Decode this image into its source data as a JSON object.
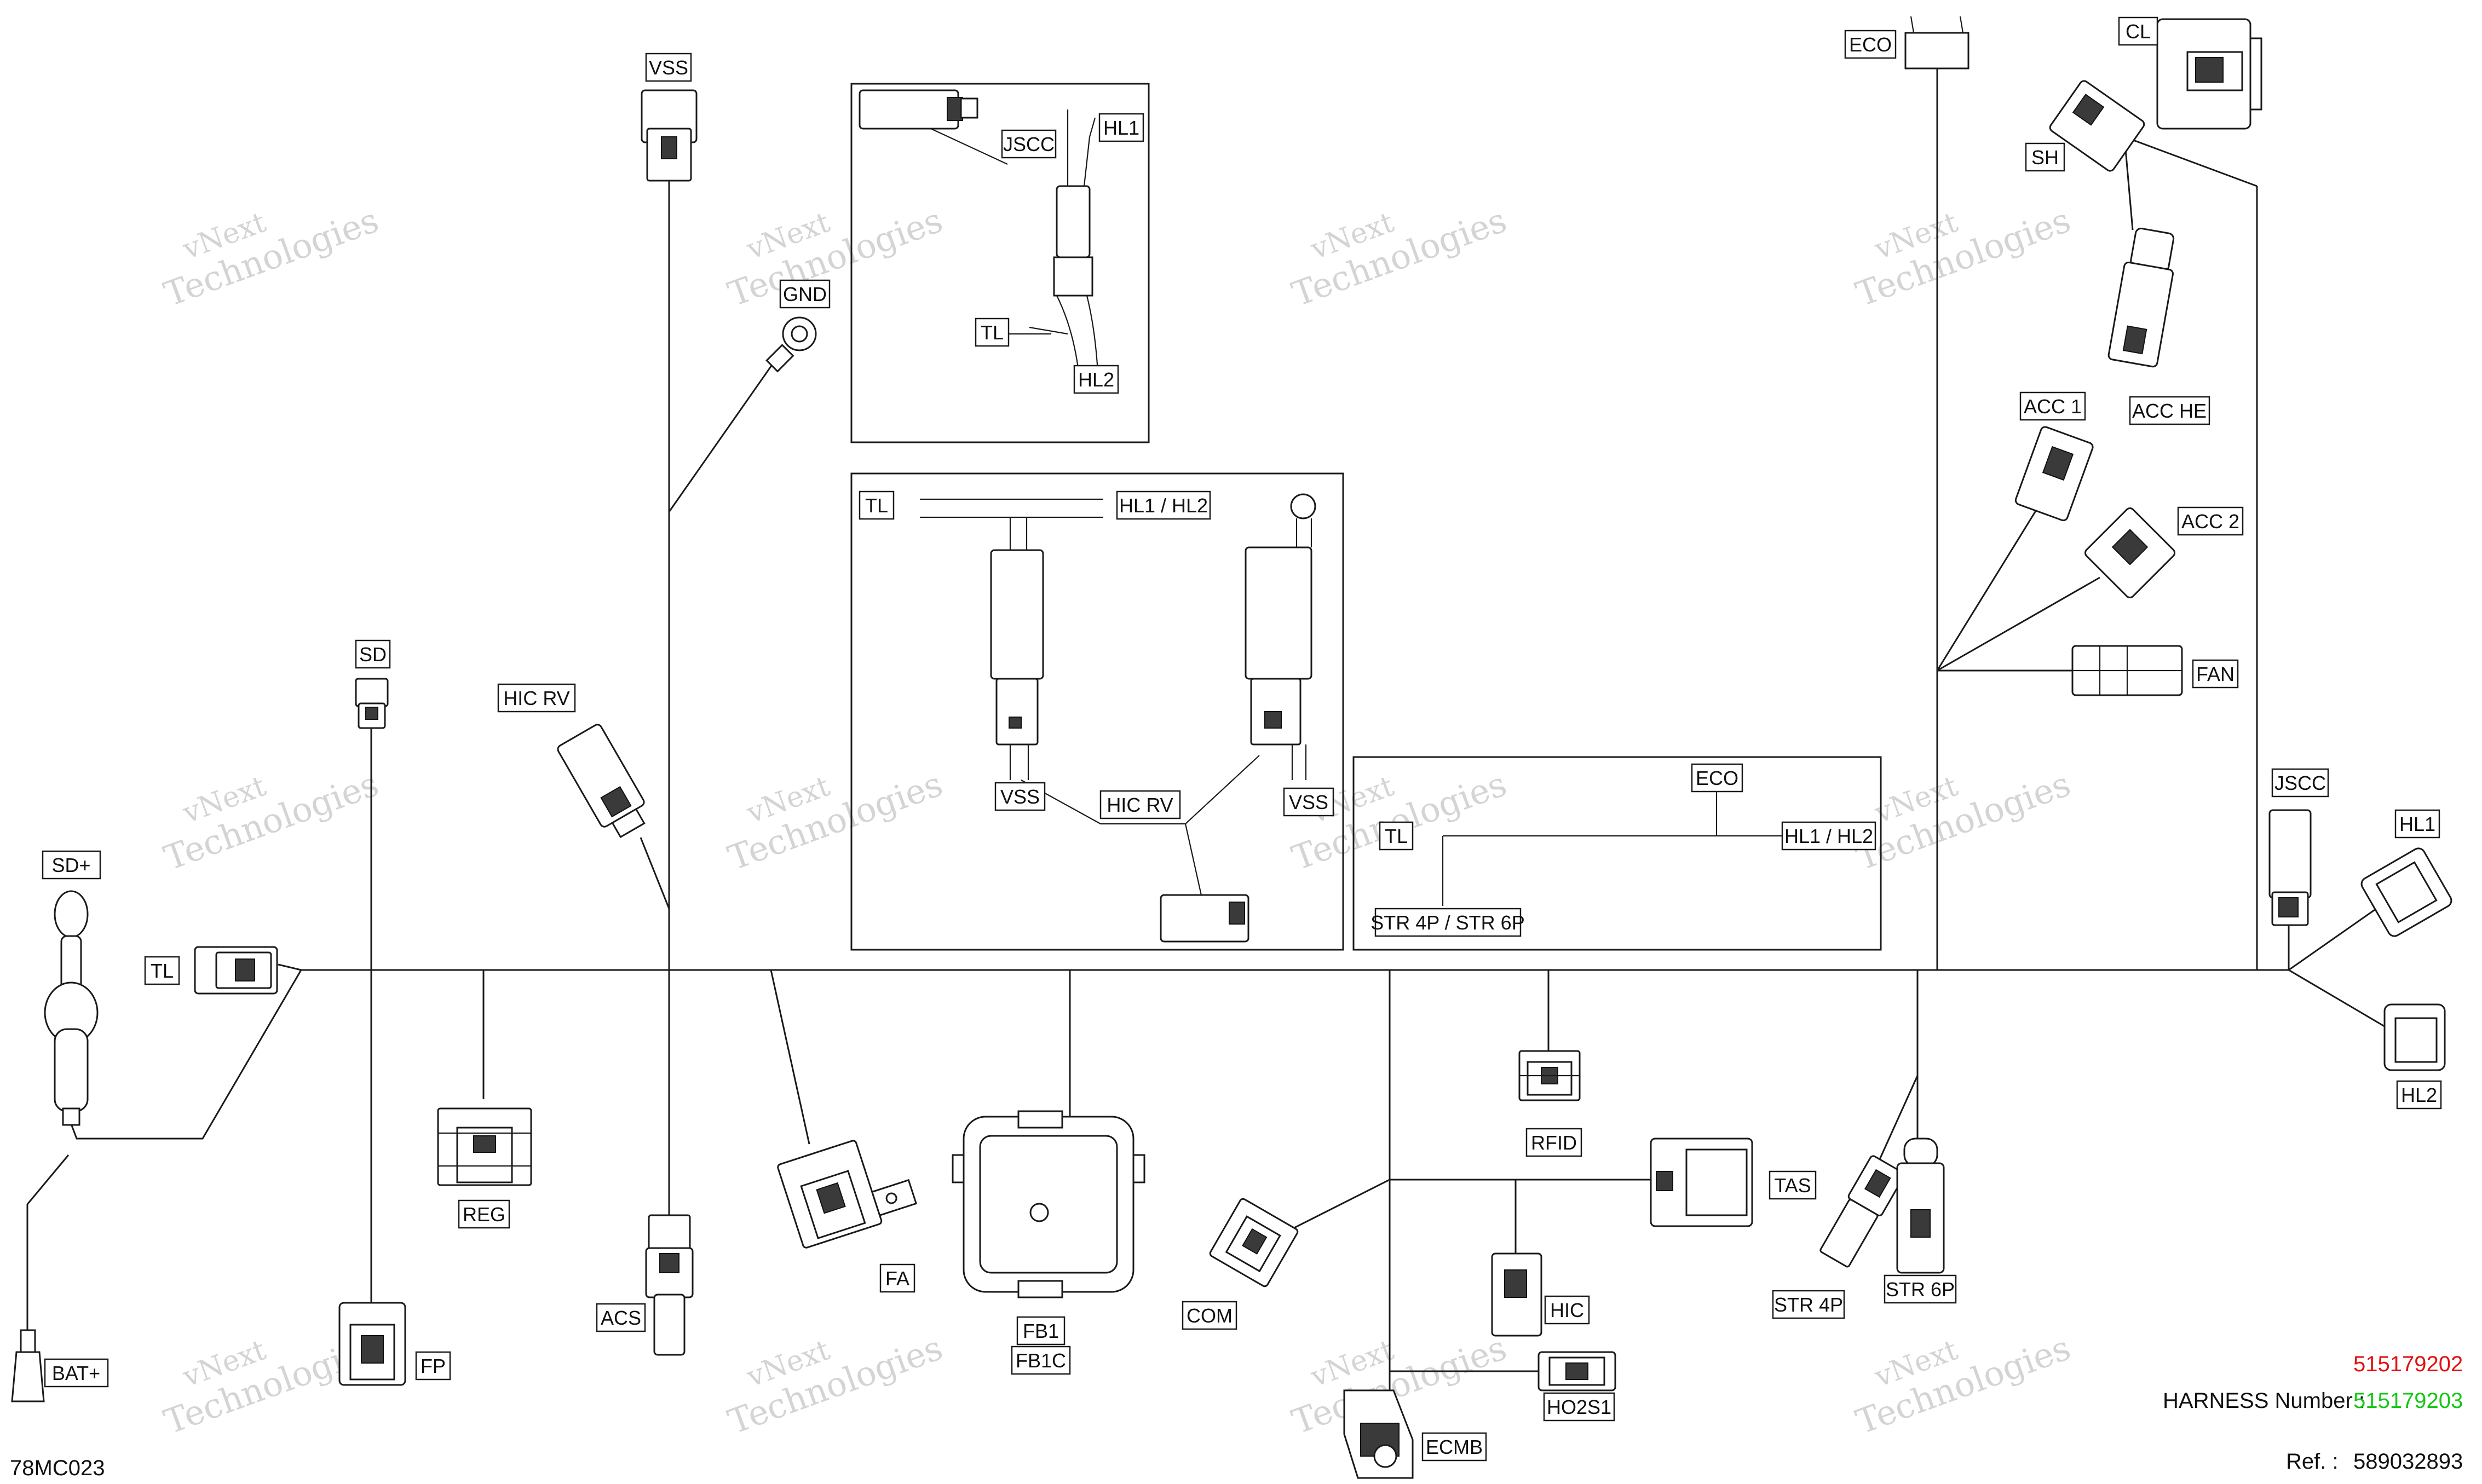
{
  "diagram": {
    "code": "78MC023",
    "watermark": {
      "line1": "vNext",
      "line2": "Technologies"
    },
    "connectors": {
      "vss": "VSS",
      "gnd": "GND",
      "sd": "SD",
      "hic_rv": "HIC  RV",
      "sd_plus": "SD+",
      "tl": "TL",
      "reg": "REG",
      "fp": "FP",
      "bat_plus": "BAT+",
      "acs": "ACS",
      "fa": "FA",
      "fb1": "FB1",
      "fb1c": "FB1C",
      "com": "COM",
      "rfid": "RFID",
      "hic": "HIC",
      "ho2s1": "HO2S1",
      "ecmb": "ECMB",
      "tas": "TAS",
      "str4p": "STR 4P",
      "str6p": "STR 6P",
      "eco": "ECO",
      "cl": "CL",
      "sh": "SH",
      "acc_he": "ACC  HE",
      "acc1": "ACC 1",
      "acc2": "ACC 2",
      "fan": "FAN",
      "jscc": "JSCC",
      "hl1": "HL1",
      "hl2": "HL2"
    },
    "inset1": {
      "jscc": "JSCC",
      "hl1": "HL1",
      "tl": "TL",
      "hl2": "HL2"
    },
    "inset2": {
      "tl": "TL",
      "hl1_hl2": "HL1 / HL2",
      "vss_left": "VSS",
      "hic_rv": "HIC  RV",
      "vss_right": "VSS"
    },
    "inset3": {
      "eco": "ECO",
      "tl": "TL",
      "hl1_hl2": "HL1 / HL2",
      "str": "STR 4P / STR 6P"
    },
    "footer": {
      "part_red": "515179202",
      "harness_label": "HARNESS Number :",
      "part_green": "515179203",
      "ref_label": "Ref. :",
      "ref_value": "589032893"
    }
  }
}
